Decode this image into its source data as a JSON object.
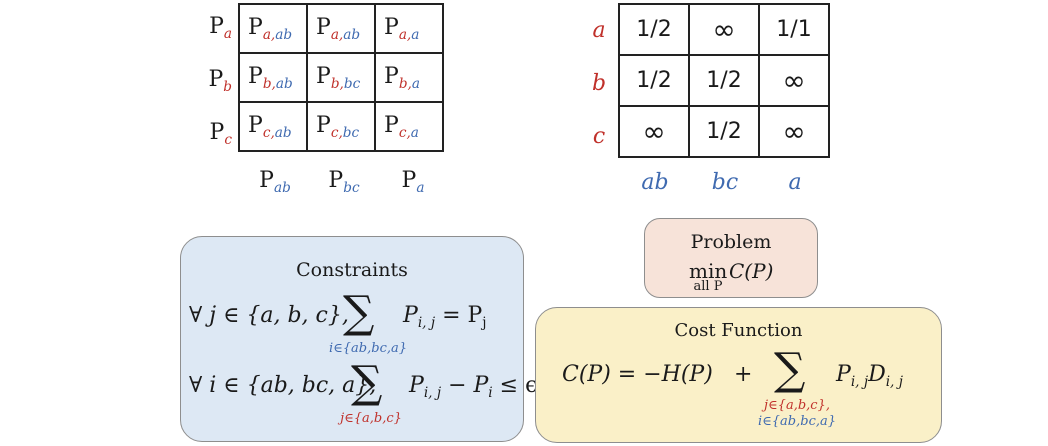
{
  "left_matrix": {
    "rows": [
      {
        "label": "P",
        "label_sub": "a",
        "cells": [
          {
            "base": "P",
            "r": "a,",
            "b": "ab"
          },
          {
            "base": "P",
            "r": "a,",
            "b": "ab"
          },
          {
            "base": "P",
            "r": "a,",
            "b": "a"
          }
        ]
      },
      {
        "label": "P",
        "label_sub": "b",
        "cells": [
          {
            "base": "P",
            "r": "b,",
            "b": "ab"
          },
          {
            "base": "P",
            "r": "b,",
            "b": "bc"
          },
          {
            "base": "P",
            "r": "b,",
            "b": "a"
          }
        ]
      },
      {
        "label": "P",
        "label_sub": "c",
        "cells": [
          {
            "base": "P",
            "r": "c,",
            "b": "ab"
          },
          {
            "base": "P",
            "r": "c,",
            "b": "bc"
          },
          {
            "base": "P",
            "r": "c,",
            "b": "a"
          }
        ]
      }
    ],
    "columns": [
      {
        "label": "P",
        "label_sub": "ab"
      },
      {
        "label": "P",
        "label_sub": "bc"
      },
      {
        "label": "P",
        "label_sub": "a"
      }
    ]
  },
  "right_matrix": {
    "row_labels": [
      "a",
      "b",
      "c"
    ],
    "col_labels": [
      "ab",
      "bc",
      "a"
    ],
    "cells": [
      [
        "1/2",
        "∞",
        "1/1"
      ],
      [
        "1/2",
        "1/2",
        "∞"
      ],
      [
        "∞",
        "1/2",
        "∞"
      ]
    ]
  },
  "constraints": {
    "title": "Constraints",
    "eq1_left": "∀ j ∈ {a, b, c},",
    "eq1_sum_sub": "i∈{ab,bc,a}",
    "eq1_body_P": "P",
    "eq1_body_sub": "i, j",
    "eq1_rhs": "= P",
    "eq1_rhs_sub": "j",
    "eq2_left": "∀ i ∈ {ab, bc, a},",
    "eq2_sum_sub": "j∈{a,b,c}",
    "eq2_body_P": "P",
    "eq2_body_sub": "i, j",
    "eq2_minus": "− P",
    "eq2_minus_sub": "i",
    "eq2_rhs": "≤ ϵ"
  },
  "problem": {
    "title": "Problem",
    "min": "min",
    "min_sub": "all P",
    "expr": "C(P)"
  },
  "cost": {
    "title": "Cost Function",
    "lhs": "C(P) = −H(P)",
    "plus": "+",
    "body_P": "P",
    "body_P_sub": "i, j",
    "body_D": "D",
    "body_D_sub": "i, j",
    "sum_sub_1": "j∈{a,b,c},",
    "sum_sub_2": "i∈{ab,bc,a}"
  },
  "sigma": "∑",
  "colors": {
    "red": "#c0312b",
    "blue": "#3f6ab0",
    "constraints_bg": "#dde8f4",
    "problem_bg": "#f7e3d9",
    "cost_bg": "#faf0c8"
  }
}
